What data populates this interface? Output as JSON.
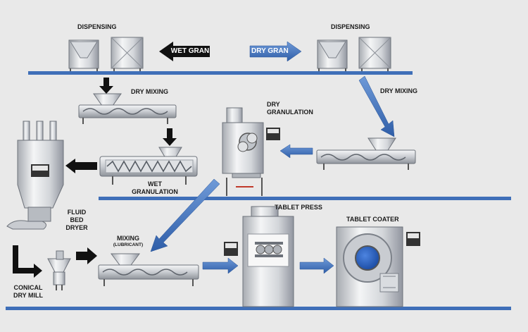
{
  "colors": {
    "background": "#e9e9e9",
    "belt": "#3f6fb8",
    "blue_arrow": "#3f6fb8",
    "black_arrow": "#111111",
    "steel_light": "#f0f1f3",
    "steel_mid": "#c6c9ce",
    "steel_dark": "#8d9299",
    "coater_window": "#2d63c8"
  },
  "labels": {
    "dispensing_left": "DISPENSING",
    "dispensing_right": "DISPENSING",
    "wet_gran_arrow": "WET GRAN",
    "dry_gran_arrow": "DRY GRAN",
    "dry_mixing_left": "DRY MIXING",
    "dry_mixing_right": "DRY MIXING",
    "dry_granulation_1": "DRY",
    "dry_granulation_2": "GRANULATION",
    "wet_granulation_1": "WET",
    "wet_granulation_2": "GRANULATION",
    "fluid_bed_dryer_1": "FLUID",
    "fluid_bed_dryer_2": "BED",
    "fluid_bed_dryer_3": "DRYER",
    "tablet_press": "TABLET PRESS",
    "tablet_coater": "TABLET COATER",
    "mixing": "MIXING",
    "mixing_sub": "(LUBRICANT)",
    "conical_dry_mill_1": "CONICAL",
    "conical_dry_mill_2": "DRY MILL"
  }
}
